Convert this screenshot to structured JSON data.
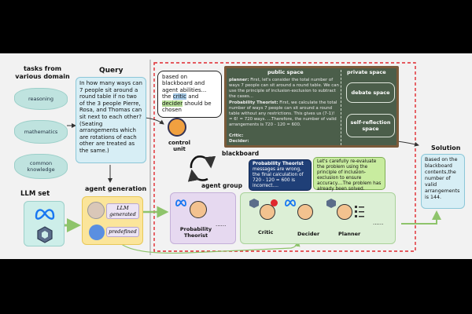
{
  "left_panel": {
    "tasks_title": "tasks from various domain",
    "tasks": [
      "reasoning",
      "mathematics",
      "common knowledge"
    ],
    "llm_title": "LLM set"
  },
  "query": {
    "title": "Query",
    "text": "In how many ways can 7 people sit around a round table if no two of the 3 people Pierre, Rosa, and Thomas can sit next to each other? (Seating arrangements which are rotations of each other are treated as the same.)"
  },
  "agent_generation": {
    "title": "agent generation",
    "llm_generated": "LLM generated",
    "predefined": "predefined"
  },
  "control": {
    "bubble_prefix": "based on blackboard and agent abilities...",
    "word_the": "the",
    "word_critic": "critic",
    "word_and": "and",
    "word_decider": "decider",
    "bubble_suffix": "should be chosen",
    "label": "control unit"
  },
  "blackboard": {
    "label": "blackboard",
    "public_title": "public space",
    "private_title": "private space",
    "planner_label": "planner:",
    "planner_text": "First, let's consider the total number of ways 7 people can sit around a round table. We can use the principle of inclusion-exclusion to subtract the cases...",
    "pt_label": "Probability Theorist:",
    "pt_text": "First, we calculate the total number of ways 7 people can sit around a round table without any restrictions. This gives us (7-1)! = 6! = 720 ways. ...Therefore, the number of valid arrangements is 720 - 120 = 600.",
    "critic_label": "Critic:",
    "decider_label": "Decider:",
    "debate_space": "debate space",
    "self_reflection": "self-reflection space"
  },
  "agent_group": {
    "label": "agent group",
    "agents": [
      "Probability Theorist",
      "Critic",
      "Decider",
      "Planner"
    ],
    "dots": "......",
    "critic_msg_label": "Probability Theorist",
    "critic_msg": "messages are wrong, the final calculation of 720 - 120 = 600 is incorrect....",
    "decider_msg": "Let's carefully re-evaluate the problem using the principle of inclusion-exclusion to ensure accuracy....The problem has already been solved."
  },
  "solution": {
    "title": "Solution",
    "text": "Based on the blackboard contents,the number of valid arrangements is 144."
  },
  "colors": {
    "stage_bg": "#f2f2f2",
    "cloud": "#bfe3df",
    "query_box": "#d7eef5",
    "blackboard": "#4b5e4a",
    "frame": "#7b5a3a",
    "dashed_red": "#e0282e",
    "agent_gen_bg": "#fbe59a",
    "pt_panel": "#e6d9f0",
    "agents_panel": "#dcefd6",
    "arrow_green": "#8ec46b",
    "critic_bubble": "#1f3f77",
    "decider_bubble": "#c8ec9f"
  },
  "icons": [
    "meta-icon",
    "llm-logo-icon",
    "robot-face-icon",
    "person-icon",
    "gear-person-icon",
    "cycle-arrows-icon",
    "agent-avatar-icon",
    "list-icon"
  ]
}
